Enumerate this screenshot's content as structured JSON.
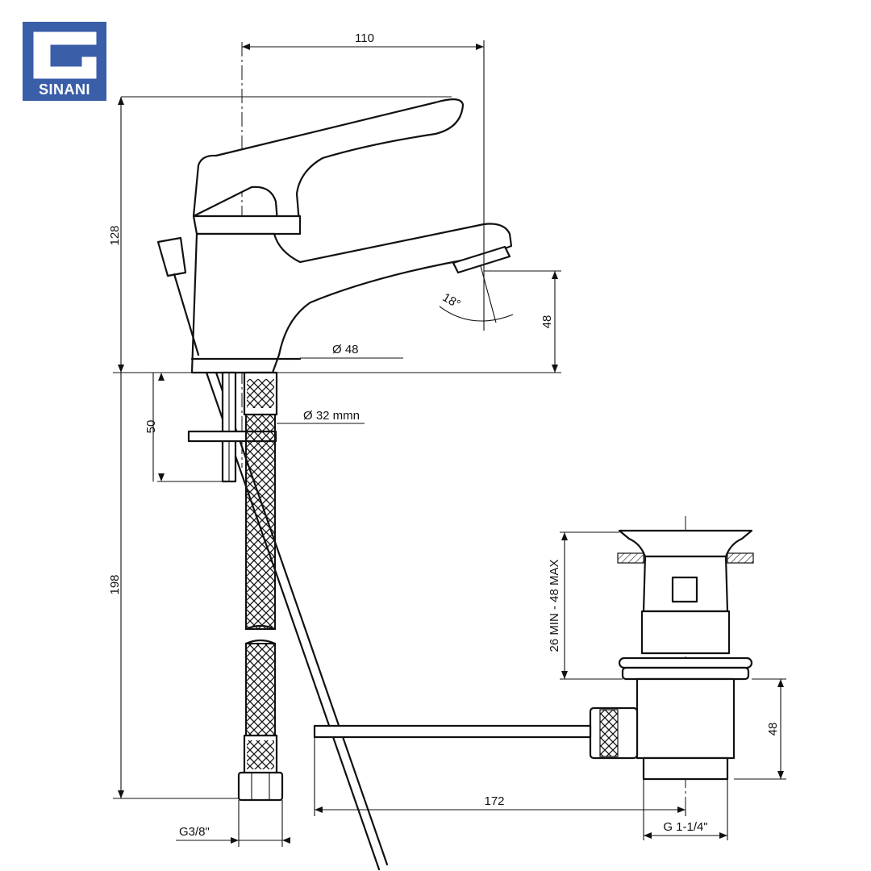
{
  "brand": {
    "name": "SINANI",
    "color": "#3a5ea8"
  },
  "dimensions": {
    "spout_reach": "110",
    "total_height": "128",
    "spout_height": "48",
    "body_diameter": "Ø 48",
    "hole_diameter": "Ø 32 mmn",
    "shank_length": "50",
    "hose_length": "198",
    "connection": "G3/8\"",
    "spout_angle": "18°",
    "waste_thickness": "26 MIN - 48 MAX",
    "waste_height": "48",
    "rod_length": "172",
    "waste_thread": "G 1-1/4\""
  },
  "colors": {
    "line": "#111111",
    "background": "#ffffff"
  }
}
